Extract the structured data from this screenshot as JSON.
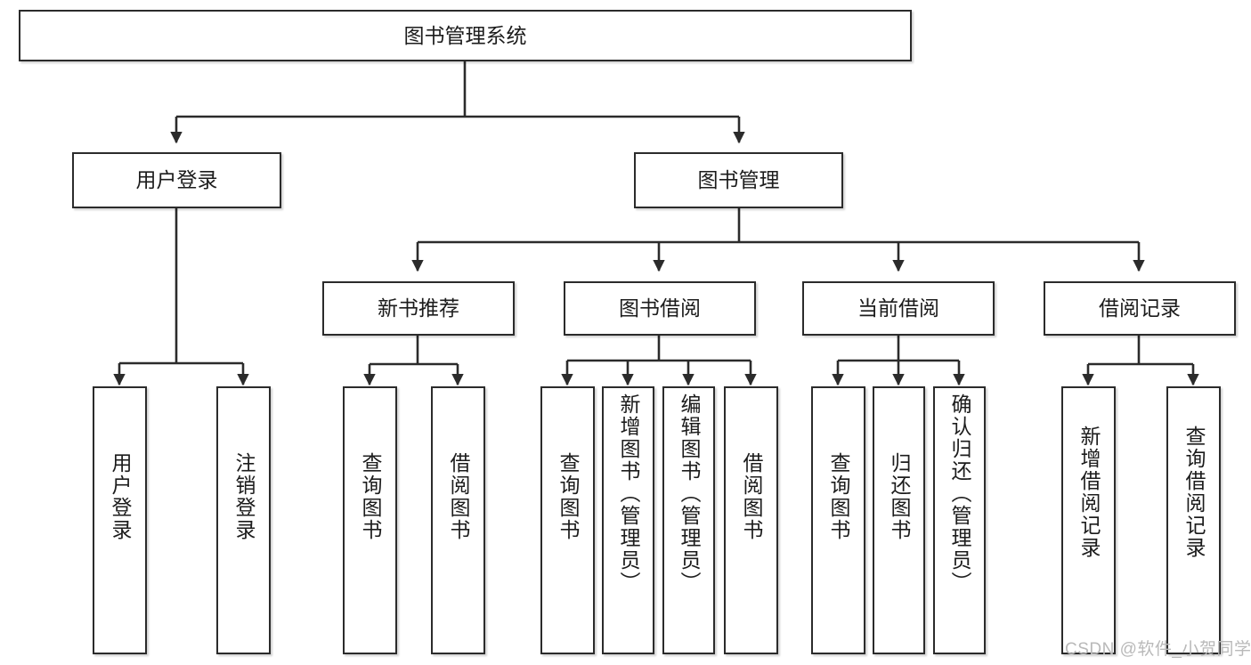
{
  "diagram": {
    "type": "tree-hierarchy-chart",
    "title": "图书管理系统",
    "colors": {
      "box_border": "#2b2b2b",
      "box_fill": "#ffffff",
      "edge": "#2b2b2b",
      "text": "#1c1c1c",
      "watermark": "#b9b9b9",
      "background": "#ffffff"
    },
    "root": {
      "label": "图书管理系统"
    },
    "level2": [
      {
        "label": "用户登录"
      },
      {
        "label": "图书管理"
      }
    ],
    "level3": [
      {
        "label": "新书推荐"
      },
      {
        "label": "图书借阅"
      },
      {
        "label": "当前借阅"
      },
      {
        "label": "借阅记录"
      }
    ],
    "leaves": [
      {
        "label": "用户登录"
      },
      {
        "label": "注销登录"
      },
      {
        "label": "查询图书"
      },
      {
        "label": "借阅图书"
      },
      {
        "label": "查询图书"
      },
      {
        "label": "新增图书（管理员）"
      },
      {
        "label": "编辑图书（管理员）"
      },
      {
        "label": "借阅图书"
      },
      {
        "label": "查询图书"
      },
      {
        "label": "归还图书"
      },
      {
        "label": "确认归还（管理员）"
      },
      {
        "label": "新增借阅记录"
      },
      {
        "label": "查询借阅记录"
      }
    ]
  },
  "watermark": {
    "text": "CSDN @软件_小贺同学"
  }
}
